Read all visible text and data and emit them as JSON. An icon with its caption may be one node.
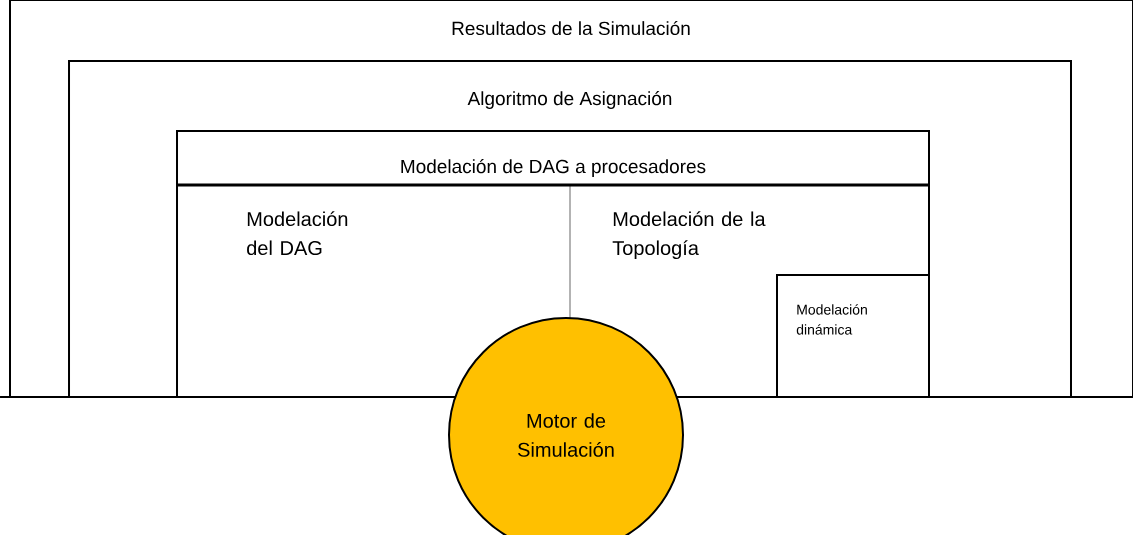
{
  "diagram": {
    "nodes": [
      {
        "text": [
          "Resultados de la Simulación"
        ]
      },
      {
        "text": [
          "Algoritmo de Asignación"
        ],
        "in": 0
      },
      {
        "text": [
          "Modelación de DAG a procesadores"
        ],
        "in": 1
      },
      {
        "text": [
          "Modelación del DAG"
        ],
        "in": 2
      },
      {
        "text": [
          "Modelación de la Topología"
        ],
        "in": 2
      },
      {
        "text": [
          "Modelación dinámica"
        ],
        "in": 2
      },
      {
        "text": [
          "Motor de Simulación"
        ]
      }
    ]
  }
}
